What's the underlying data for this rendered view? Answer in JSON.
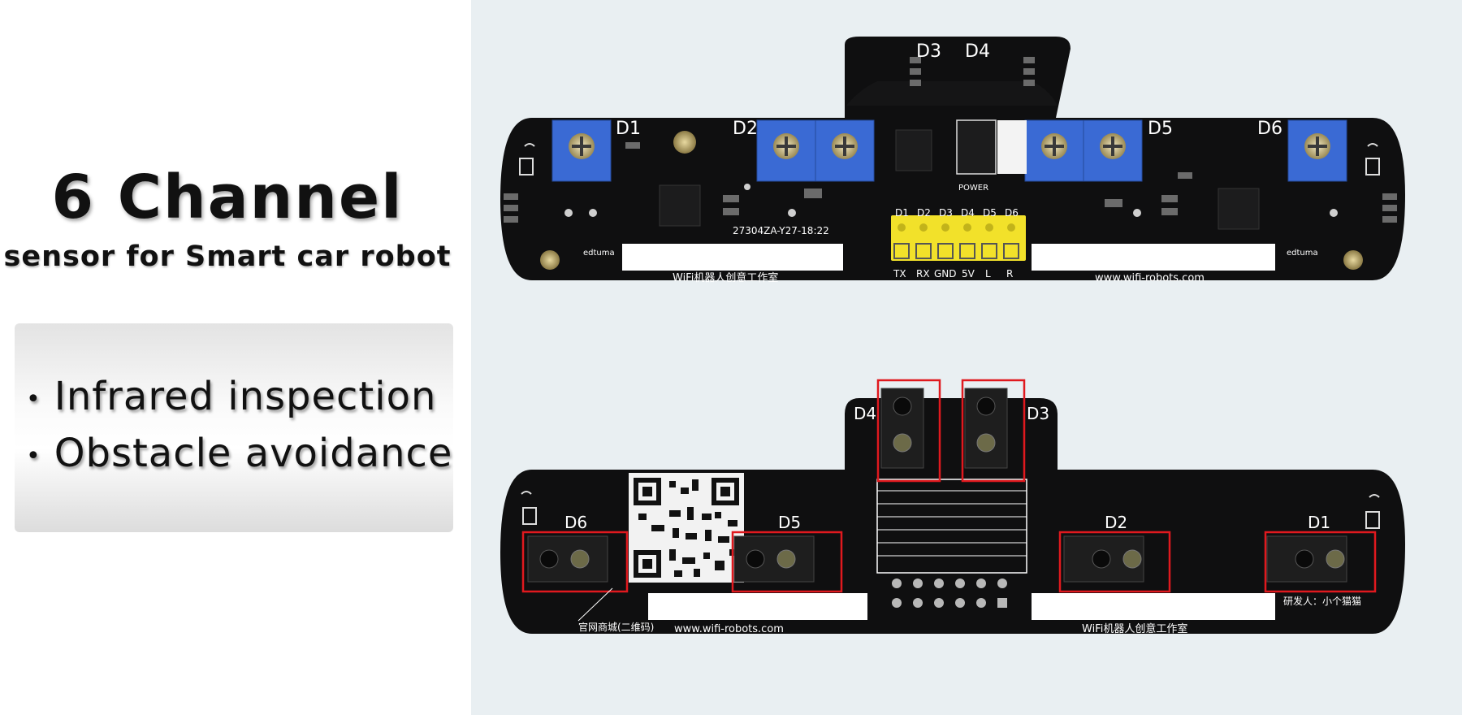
{
  "heading": {
    "title": "6 Channel",
    "subtitle": "sensor for Smart car robot"
  },
  "features": [
    "Infrared inspection",
    "Obstacle avoidance"
  ],
  "top_board": {
    "labels": {
      "d1": "D1",
      "d2": "D2",
      "d3": "D3",
      "d4": "D4",
      "d5": "D5",
      "d6": "D6"
    },
    "pin_top": [
      "D1",
      "D2",
      "D3",
      "D4",
      "D5",
      "D6"
    ],
    "pin_bottom": [
      "TX",
      "RX",
      "GND",
      "5V",
      "L",
      "R"
    ],
    "serial": "27304ZA-Y27-18:22",
    "brand_left": "edtuma",
    "brand_right": "edtuma",
    "power_label": "POWER",
    "footer_left": "WiFi机器人创意工作室",
    "footer_right": "www.wifi-robots.com"
  },
  "bottom_board": {
    "labels": {
      "d4": "D4",
      "d3": "D3",
      "d6": "D6",
      "d5": "D5",
      "d2": "D2",
      "d1": "D1"
    },
    "footer_left_note": "官网商城(二维码)",
    "footer_left_url": "www.wifi-robots.com",
    "footer_right": "WiFi机器人创意工作室",
    "dev_note": "研发人：小个猫猫"
  },
  "colors": {
    "pcb": "#0f0f10",
    "pot_blue": "#3a6ad4",
    "highlight_red": "#e0191e",
    "header_yellow": "#f2e12a",
    "right_bg": "#e9eff2"
  }
}
